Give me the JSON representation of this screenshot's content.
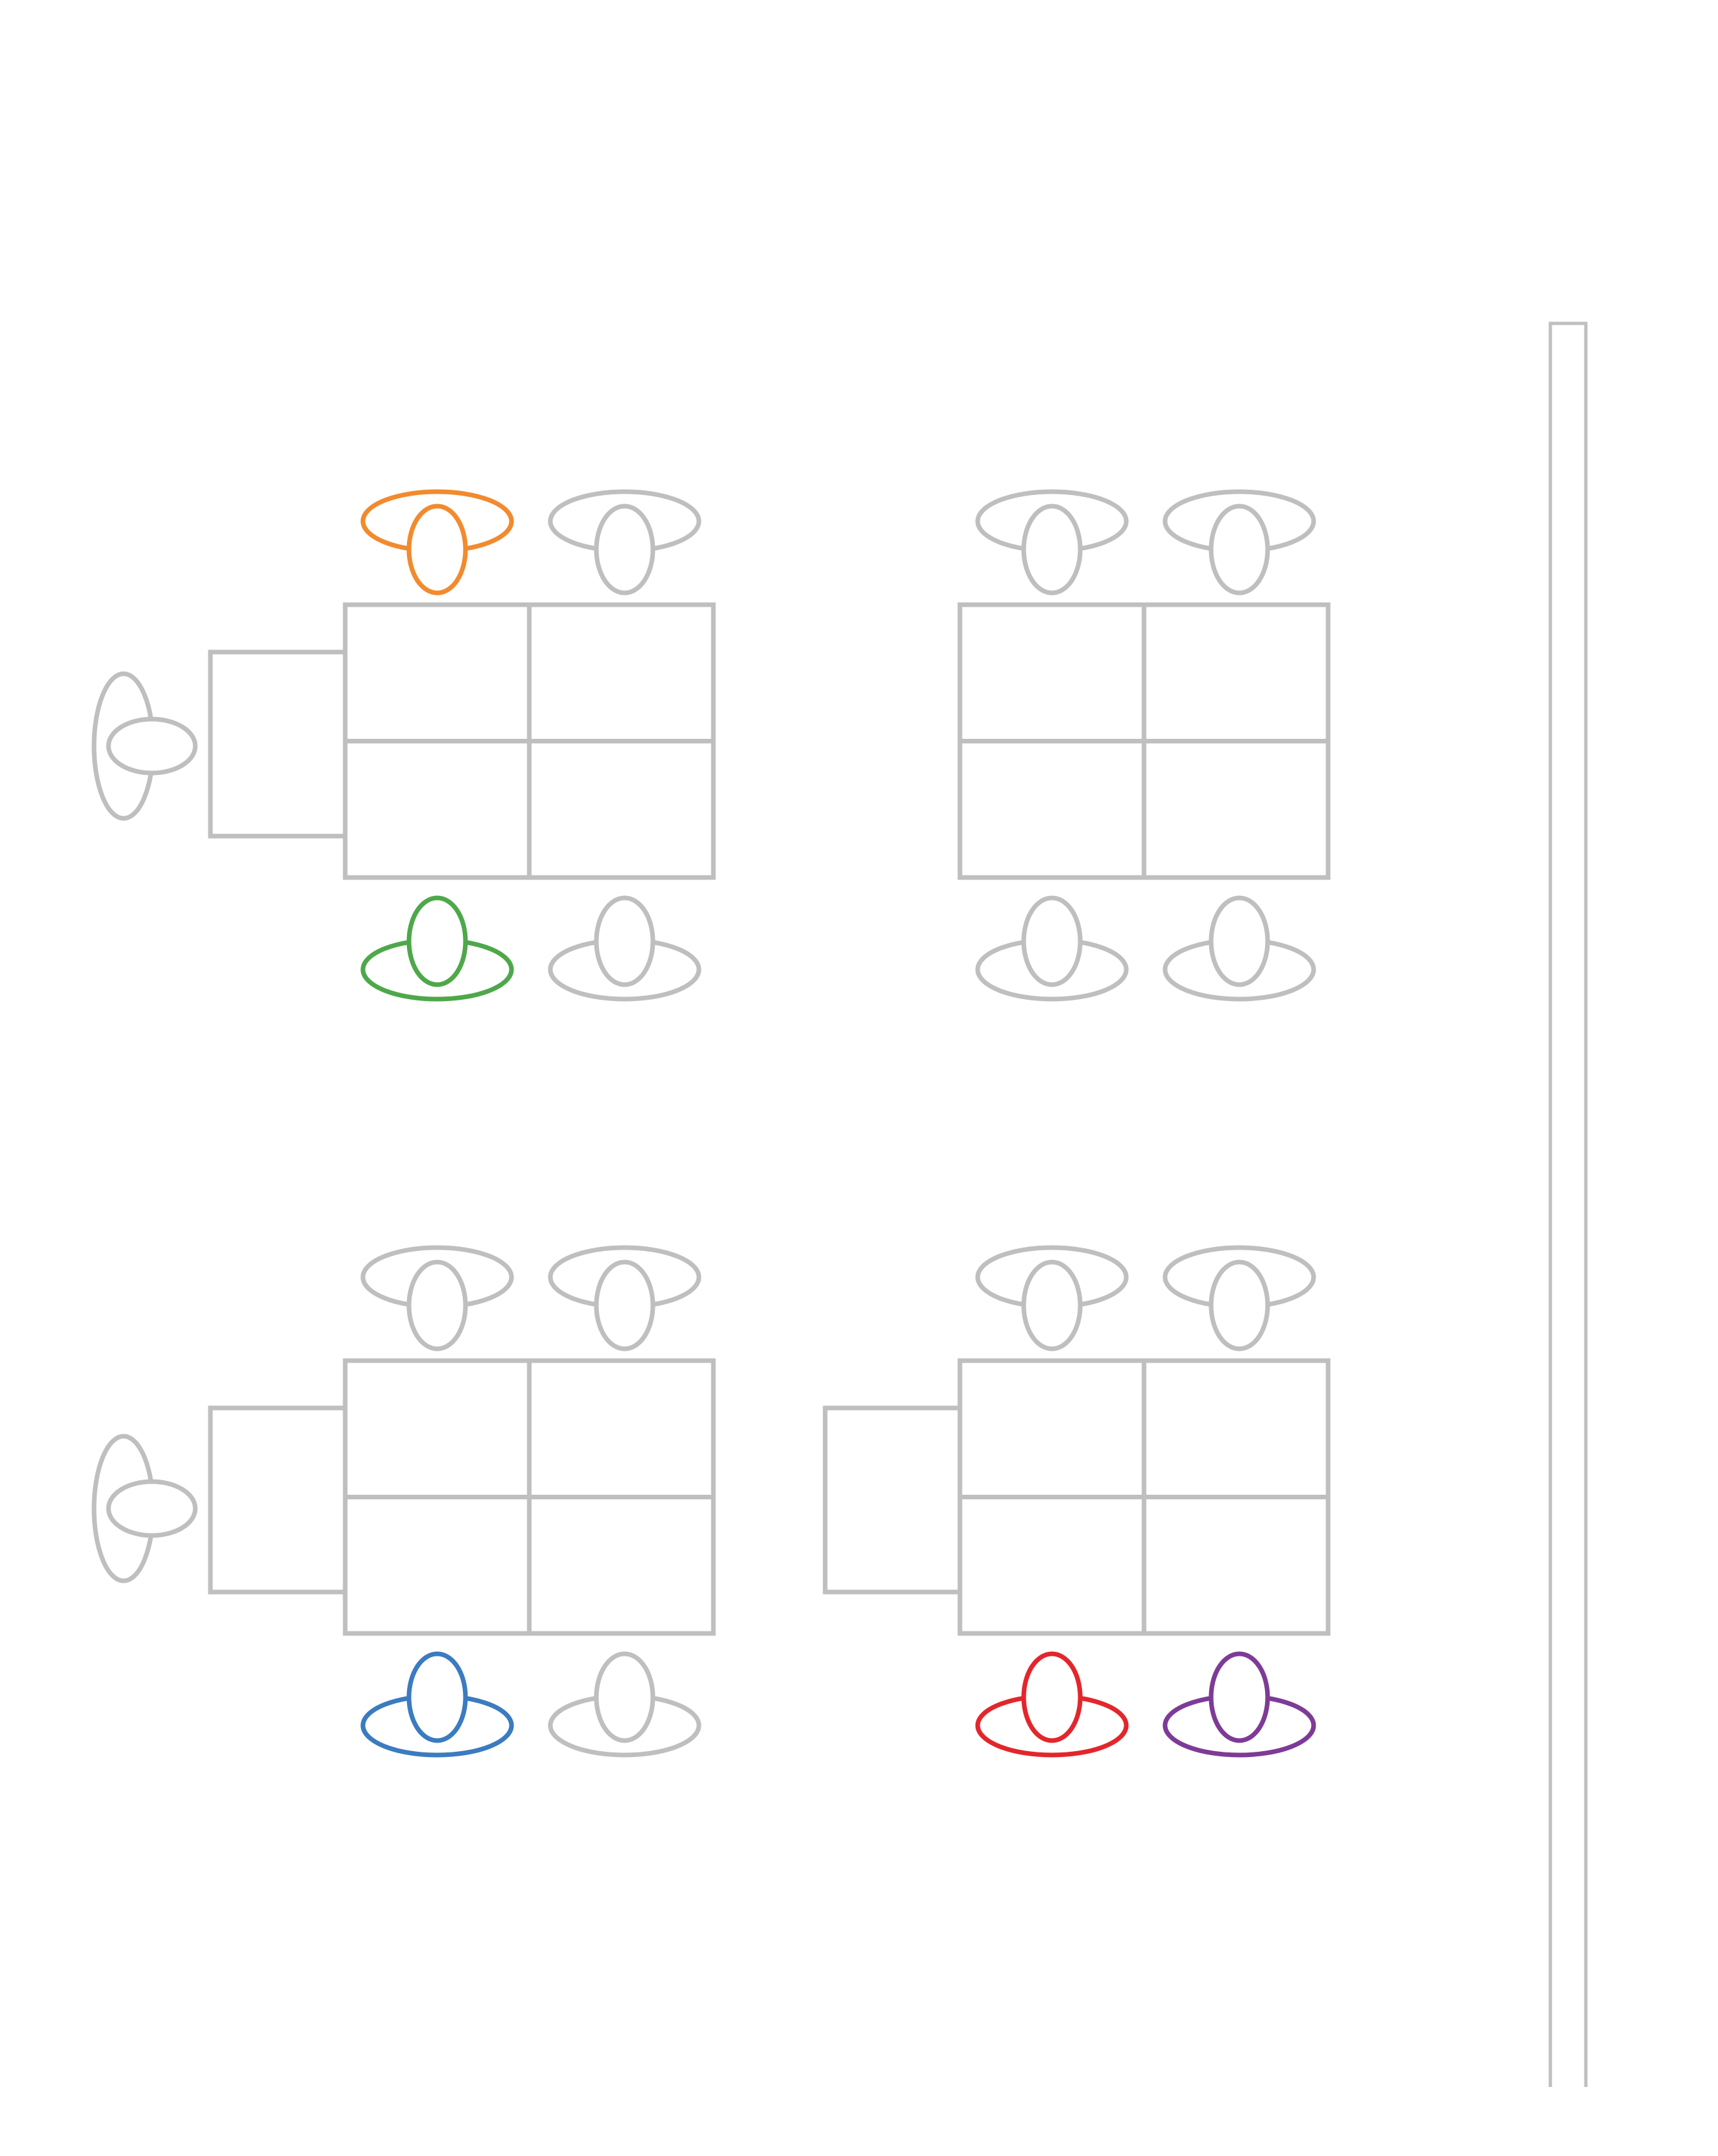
{
  "colors": {
    "neutral": "#bfbfbf",
    "highlight_orange": "#f28a2e",
    "highlight_green": "#4ea84a",
    "highlight_blue": "#3b7bbf",
    "highlight_red": "#e3262b",
    "highlight_purple": "#7d3b96"
  },
  "groups": [
    {
      "name": "top-left-table-group",
      "has_side_desk": true,
      "seats_top": [
        "neutral_is_orange",
        "neutral"
      ],
      "seats_bottom": [
        "highlight_green",
        "neutral"
      ]
    },
    {
      "name": "top-right-table-group",
      "has_side_desk": false,
      "seats_top": [
        "neutral",
        "neutral"
      ],
      "seats_bottom": [
        "neutral",
        "neutral"
      ]
    },
    {
      "name": "bottom-left-table-group",
      "has_side_desk": true,
      "seats_top": [
        "neutral",
        "neutral"
      ],
      "seats_bottom": [
        "highlight_blue",
        "neutral"
      ]
    },
    {
      "name": "bottom-right-table-group",
      "has_side_desk": true,
      "seats_top": [
        "neutral",
        "neutral"
      ],
      "seats_bottom": [
        "highlight_red",
        "highlight_purple"
      ]
    }
  ],
  "seat_highlights": {
    "top_left_top_seat_1": "highlight_orange"
  },
  "side_chairs": [
    "neutral",
    "neutral"
  ],
  "icons": {
    "person": "seated-person-icon",
    "wall": "wall-icon"
  }
}
